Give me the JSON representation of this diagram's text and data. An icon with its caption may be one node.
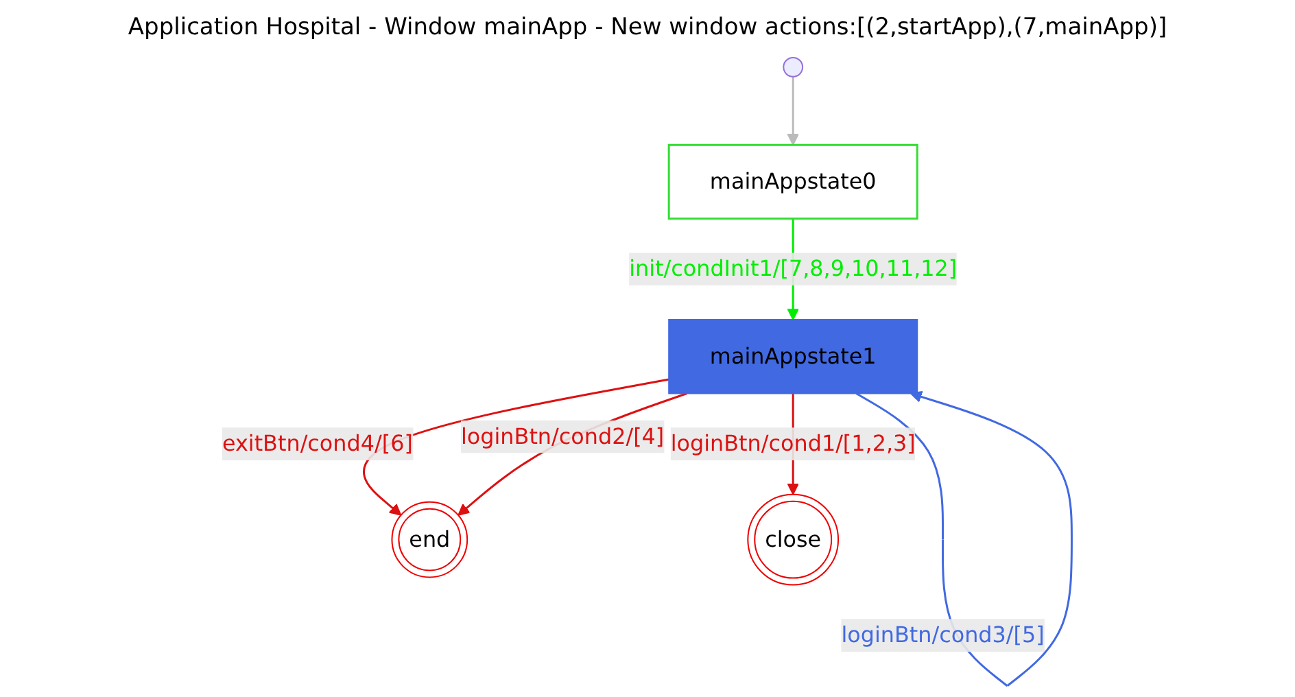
{
  "diagram": {
    "title": "Application Hospital - Window mainApp - New window actions:[(2,startApp),(7,mainApp)]",
    "nodes": [
      {
        "text": [],
        "shape": "circle"
      },
      {
        "text": [
          "mainAppstate0"
        ]
      },
      {
        "text": [
          "mainAppstate1"
        ]
      },
      {
        "text": [
          "end"
        ]
      },
      {
        "text": [
          "close"
        ]
      }
    ],
    "edges": [
      {
        "from": 0,
        "to": 1,
        "arrow": "to",
        "color": "#bbbbbb"
      },
      {
        "from": 1,
        "to": 2,
        "arrow": "to",
        "label": "init/condInit1/[7,8,9,10,11,12]",
        "color": "#00ee00"
      },
      {
        "from": 2,
        "to": 2,
        "arrow": "to",
        "label": "loginBtn/cond3/[5]",
        "color": "#4169e1"
      },
      {
        "from": 2,
        "to": 3,
        "arrow": "to",
        "label": "exitBtn/cond4/[6]"
      },
      {
        "from": 2,
        "to": 3,
        "arrow": "to",
        "label": "loginBtn/cond2/[4]"
      },
      {
        "from": 2,
        "to": 4,
        "arrow": "to",
        "label": "loginBtn/cond1/[1,2,3]"
      }
    ]
  }
}
